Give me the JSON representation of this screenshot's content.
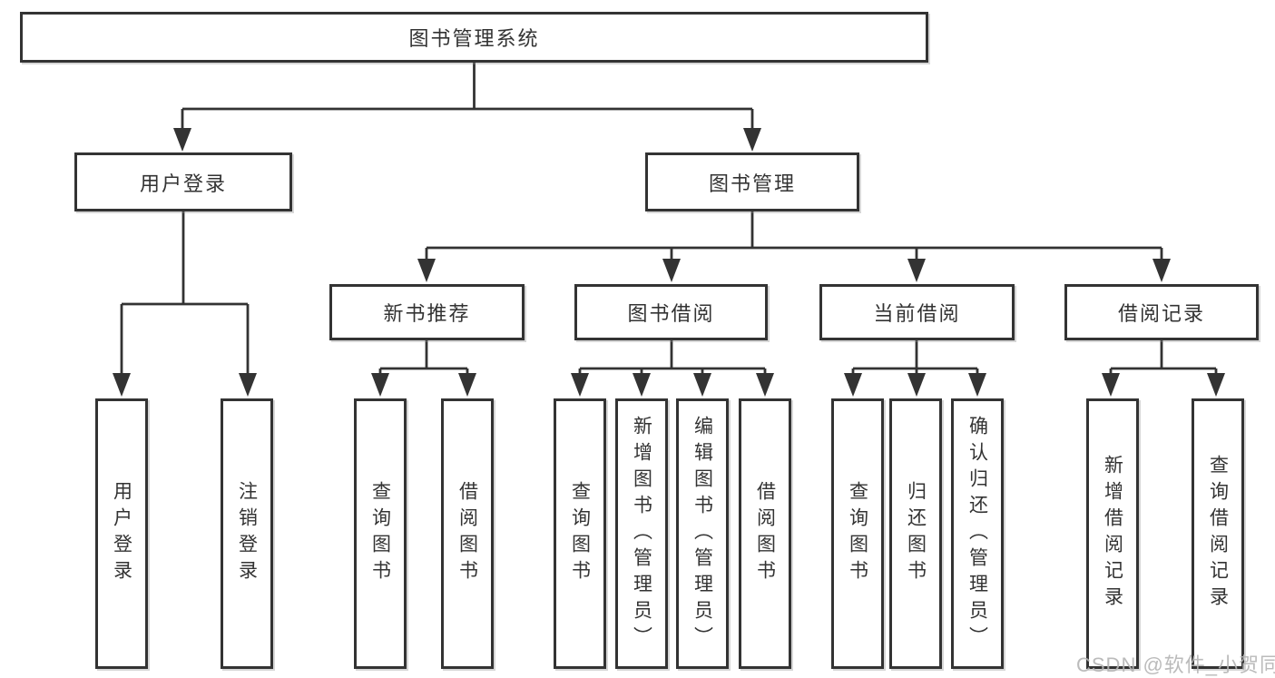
{
  "diagram": {
    "tree": {
      "label": "图书管理系统",
      "children": [
        {
          "label": "用户登录",
          "children": [
            {
              "label": "用户登录"
            },
            {
              "label": "注销登录"
            }
          ]
        },
        {
          "label": "图书管理",
          "children": [
            {
              "label": "新书推荐",
              "children": [
                {
                  "label": "查询图书"
                },
                {
                  "label": "借阅图书"
                }
              ]
            },
            {
              "label": "图书借阅",
              "children": [
                {
                  "label": "查询图书"
                },
                {
                  "label": "新增图书（管理员）"
                },
                {
                  "label": "编辑图书（管理员）"
                },
                {
                  "label": "借阅图书"
                }
              ]
            },
            {
              "label": "当前借阅",
              "children": [
                {
                  "label": "查询图书"
                },
                {
                  "label": "归还图书"
                },
                {
                  "label": "确认归还（管理员）"
                }
              ]
            },
            {
              "label": "借阅记录",
              "children": [
                {
                  "label": "新增借阅记录"
                },
                {
                  "label": "查询借阅记录"
                }
              ]
            }
          ]
        }
      ]
    }
  },
  "watermark": {
    "text": "CSDN @软件_小贺同学"
  },
  "colors": {
    "line": "#333333",
    "box_border": "#333333",
    "box_fill": "#ffffff",
    "text": "#333333",
    "background": "#ffffff",
    "watermark": "#b4b4b4"
  }
}
